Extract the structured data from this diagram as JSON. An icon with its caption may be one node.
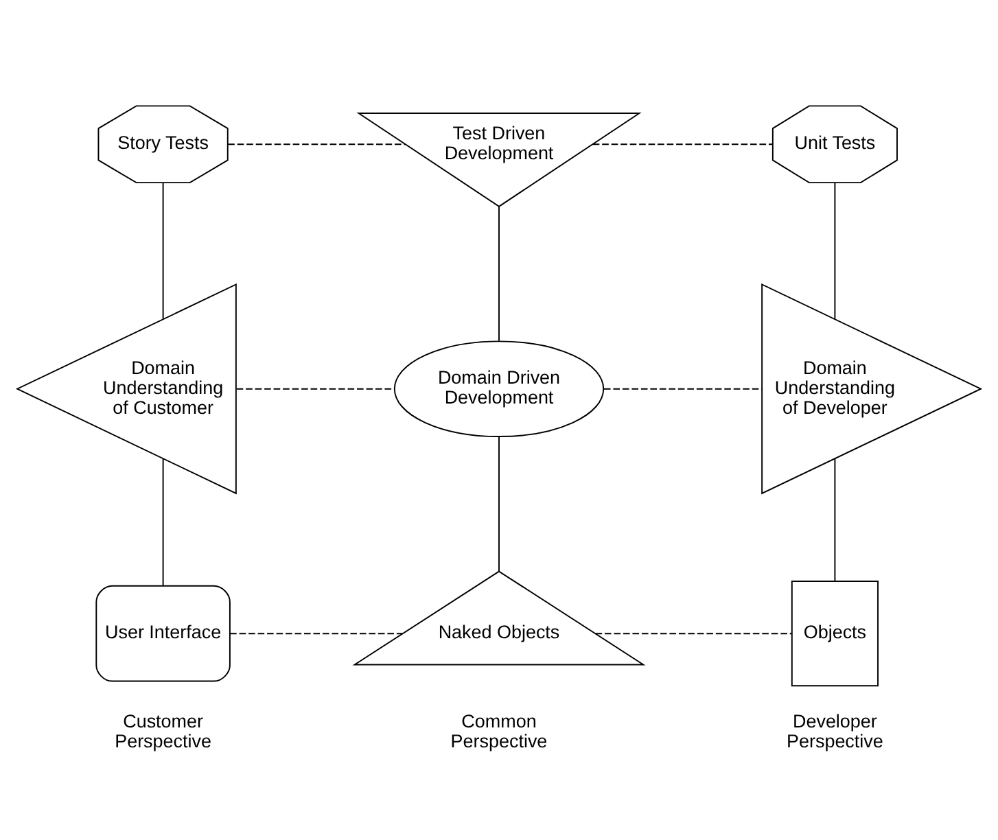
{
  "diagram": {
    "nodes": [
      {
        "text": [
          "Story Tests"
        ]
      },
      {
        "text": [
          "Test Driven Development"
        ]
      },
      {
        "text": [
          "Unit Tests"
        ]
      },
      {
        "text": [
          "Domain Understanding of Customer"
        ]
      },
      {
        "text": [
          "Domain Driven Development"
        ]
      },
      {
        "text": [
          "Domain Understanding of Developer"
        ]
      },
      {
        "text": [
          "User Interface"
        ],
        "beside": [
          "Customer Perspective"
        ]
      },
      {
        "text": [
          "Naked Objects"
        ],
        "beside": [
          "Common Perspective"
        ]
      },
      {
        "text": [
          "Objects"
        ],
        "beside": [
          "Developer Perspective"
        ]
      }
    ],
    "edges": [
      {
        "from": 0,
        "to": 1,
        "arrow": "none",
        "style": "dashed"
      },
      {
        "from": 1,
        "to": 2,
        "arrow": "none",
        "style": "dashed"
      },
      {
        "from": 0,
        "to": 3,
        "arrow": "none"
      },
      {
        "from": 1,
        "to": 4,
        "arrow": "none"
      },
      {
        "from": 2,
        "to": 5,
        "arrow": "none"
      },
      {
        "from": 3,
        "to": 4,
        "arrow": "none",
        "style": "dashed"
      },
      {
        "from": 4,
        "to": 5,
        "arrow": "none",
        "style": "dashed"
      },
      {
        "from": 3,
        "to": 6,
        "arrow": "none"
      },
      {
        "from": 4,
        "to": 7,
        "arrow": "none"
      },
      {
        "from": 5,
        "to": 8,
        "arrow": "none"
      },
      {
        "from": 6,
        "to": 7,
        "arrow": "none",
        "style": "dashed"
      },
      {
        "from": 7,
        "to": 8,
        "arrow": "none",
        "style": "dashed"
      }
    ]
  }
}
